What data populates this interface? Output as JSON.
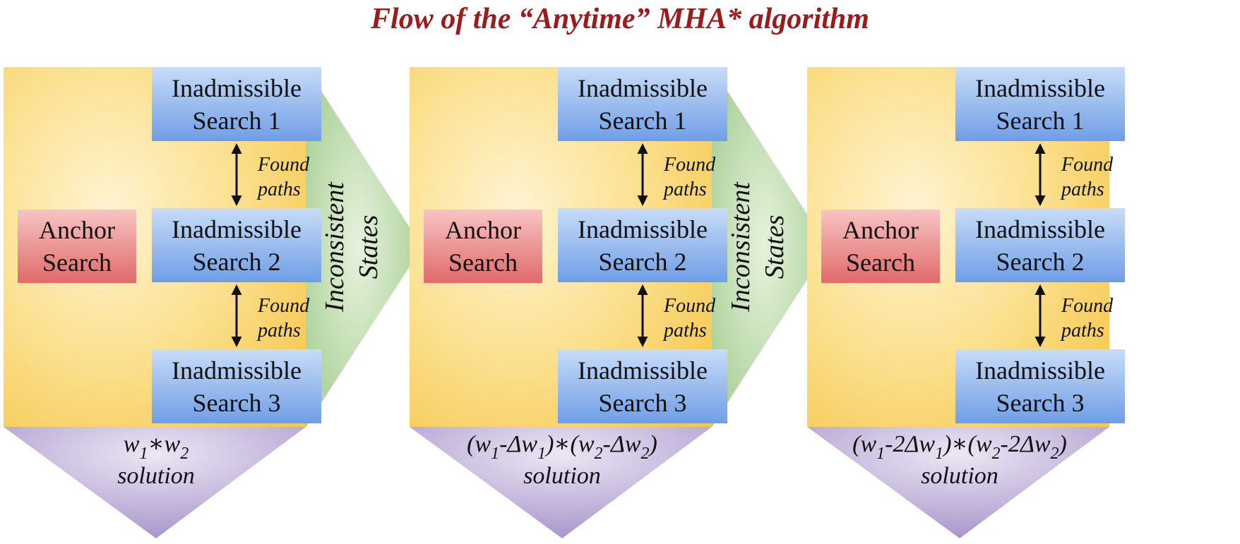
{
  "title": "Flow of the “Anytime” MHA* algorithm",
  "colors": {
    "title": "#9b1c1c",
    "panel_light": "#fff4d2",
    "panel_dark": "#f8cc5c",
    "search_top": "#c8dcf8",
    "search_bottom": "#6f9ee6",
    "anchor_top": "#f8c4c4",
    "anchor_bottom": "#e06a6a",
    "states_light": "#e6f2dc",
    "states_dark": "#9cc888",
    "solution_light": "#ece6f4",
    "solution_dark": "#a896cc"
  },
  "panels": [
    {
      "anchor": [
        "Anchor",
        "Search"
      ],
      "searches": [
        [
          "Inadmissible",
          "Search 1"
        ],
        [
          "Inadmissible",
          "Search 2"
        ],
        [
          "Inadmissible",
          "Search 3"
        ]
      ],
      "found": [
        [
          "Found",
          "paths"
        ],
        [
          "Found",
          "paths"
        ]
      ],
      "states": [
        "Inconsistent",
        "States"
      ],
      "solution": {
        "formula": [
          {
            "t": "w",
            "sub": "1"
          },
          {
            "t": "∗"
          },
          {
            "t": "w",
            "sub": "2"
          }
        ],
        "label": "solution"
      }
    },
    {
      "anchor": [
        "Anchor",
        "Search"
      ],
      "searches": [
        [
          "Inadmissible",
          "Search 1"
        ],
        [
          "Inadmissible",
          "Search 2"
        ],
        [
          "Inadmissible",
          "Search 3"
        ]
      ],
      "found": [
        [
          "Found",
          "paths"
        ],
        [
          "Found",
          "paths"
        ]
      ],
      "states": [
        "Inconsistent",
        "States"
      ],
      "solution": {
        "formula": [
          {
            "t": "(w",
            "sub": "1"
          },
          {
            "t": "-Δw",
            "sub": "1"
          },
          {
            "t": ")∗(w",
            "sub": "2"
          },
          {
            "t": "-Δw",
            "sub": "2"
          },
          {
            "t": ")"
          }
        ],
        "label": "solution"
      }
    },
    {
      "anchor": [
        "Anchor",
        "Search"
      ],
      "searches": [
        [
          "Inadmissible",
          "Search 1"
        ],
        [
          "Inadmissible",
          "Search 2"
        ],
        [
          "Inadmissible",
          "Search 3"
        ]
      ],
      "found": [
        [
          "Found",
          "paths"
        ],
        [
          "Found",
          "paths"
        ]
      ],
      "states": null,
      "solution": {
        "formula": [
          {
            "t": "(w",
            "sub": "1"
          },
          {
            "t": "-2Δw",
            "sub": "1"
          },
          {
            "t": ")∗(w",
            "sub": "2"
          },
          {
            "t": "-2Δw",
            "sub": "2"
          },
          {
            "t": ")"
          }
        ],
        "label": "solution"
      }
    }
  ]
}
